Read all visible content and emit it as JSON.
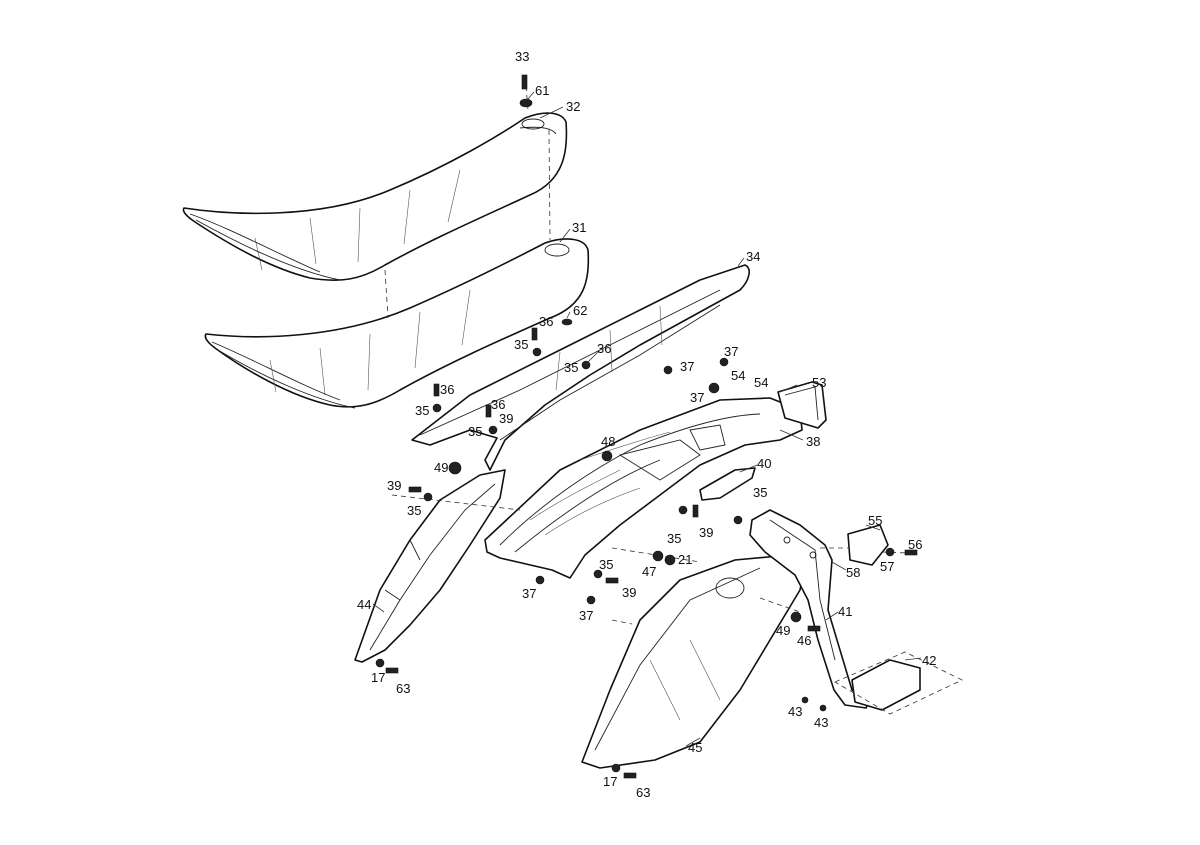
{
  "callouts": [
    {
      "id": "c33",
      "text": "33"
    },
    {
      "id": "c61",
      "text": "61"
    },
    {
      "id": "c32",
      "text": "32"
    },
    {
      "id": "c31",
      "text": "31"
    },
    {
      "id": "c34",
      "text": "34"
    },
    {
      "id": "c62",
      "text": "62"
    },
    {
      "id": "c36a",
      "text": "36"
    },
    {
      "id": "c35a",
      "text": "35"
    },
    {
      "id": "c36b",
      "text": "36"
    },
    {
      "id": "c35b",
      "text": "35"
    },
    {
      "id": "c37a",
      "text": "37"
    },
    {
      "id": "c37b",
      "text": "37"
    },
    {
      "id": "c54a",
      "text": "54"
    },
    {
      "id": "c54b",
      "text": "54"
    },
    {
      "id": "c53",
      "text": "53"
    },
    {
      "id": "c37c",
      "text": "37"
    },
    {
      "id": "c36c",
      "text": "36"
    },
    {
      "id": "c35c",
      "text": "35"
    },
    {
      "id": "c36d",
      "text": "36"
    },
    {
      "id": "c39a",
      "text": "39"
    },
    {
      "id": "c35d",
      "text": "35"
    },
    {
      "id": "c38",
      "text": "38"
    },
    {
      "id": "c48",
      "text": "48"
    },
    {
      "id": "c49a",
      "text": "49"
    },
    {
      "id": "c40",
      "text": "40"
    },
    {
      "id": "c39b",
      "text": "39"
    },
    {
      "id": "c35e",
      "text": "35"
    },
    {
      "id": "c35f",
      "text": "35"
    },
    {
      "id": "c35g",
      "text": "35"
    },
    {
      "id": "c39c",
      "text": "39"
    },
    {
      "id": "c55",
      "text": "55"
    },
    {
      "id": "c56",
      "text": "56"
    },
    {
      "id": "c57",
      "text": "57"
    },
    {
      "id": "c58",
      "text": "58"
    },
    {
      "id": "c35h",
      "text": "35"
    },
    {
      "id": "c47",
      "text": "47"
    },
    {
      "id": "c21",
      "text": "21"
    },
    {
      "id": "c39d",
      "text": "39"
    },
    {
      "id": "c37d",
      "text": "37"
    },
    {
      "id": "c37e",
      "text": "37"
    },
    {
      "id": "c44",
      "text": "44"
    },
    {
      "id": "c41",
      "text": "41"
    },
    {
      "id": "c49b",
      "text": "49"
    },
    {
      "id": "c46",
      "text": "46"
    },
    {
      "id": "c42",
      "text": "42"
    },
    {
      "id": "c17a",
      "text": "17"
    },
    {
      "id": "c63a",
      "text": "63"
    },
    {
      "id": "c43a",
      "text": "43"
    },
    {
      "id": "c43b",
      "text": "43"
    },
    {
      "id": "c45",
      "text": "45"
    },
    {
      "id": "c17b",
      "text": "17"
    },
    {
      "id": "c63b",
      "text": "63"
    }
  ]
}
